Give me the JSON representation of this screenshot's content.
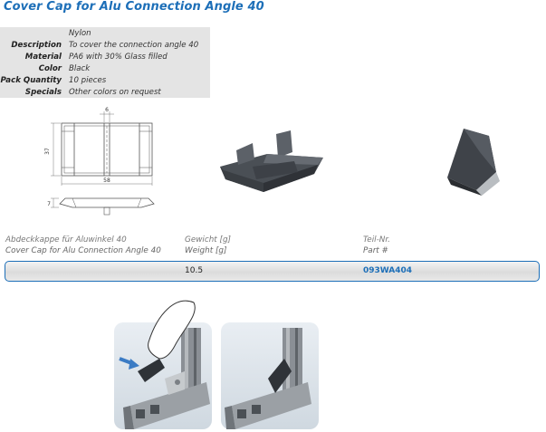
{
  "title": "Cover Cap for Alu Connection Angle 40",
  "specs": [
    {
      "key": "",
      "value": "Nylon"
    },
    {
      "key": "Description",
      "value": "To cover the connection angle 40"
    },
    {
      "key": "Material",
      "value": "PA6 with 30% Glass filled"
    },
    {
      "key": "Color",
      "value": "Black"
    },
    {
      "key": "Pack Quantity",
      "value": "10 pieces"
    },
    {
      "key": "Specials",
      "value": "Other colors on request"
    }
  ],
  "drawing": {
    "dim_width_top": "6",
    "dim_height": "37",
    "dim_width": "58",
    "dim_side": "7"
  },
  "table": {
    "headers": [
      {
        "de": "Abdeckkappe für Aluwinkel 40",
        "en": "Cover Cap for Alu Connection Angle 40"
      },
      {
        "de": "Gewicht [g]",
        "en": "Weight [g]"
      },
      {
        "de": "Teil-Nr.",
        "en": "Part #"
      }
    ],
    "row": {
      "name": "",
      "weight": "10.5",
      "part": "093WA404"
    }
  },
  "colors": {
    "accent": "#1d6fb8",
    "spec_bg": "#e4e4e4",
    "cap": "#4a4f55"
  }
}
